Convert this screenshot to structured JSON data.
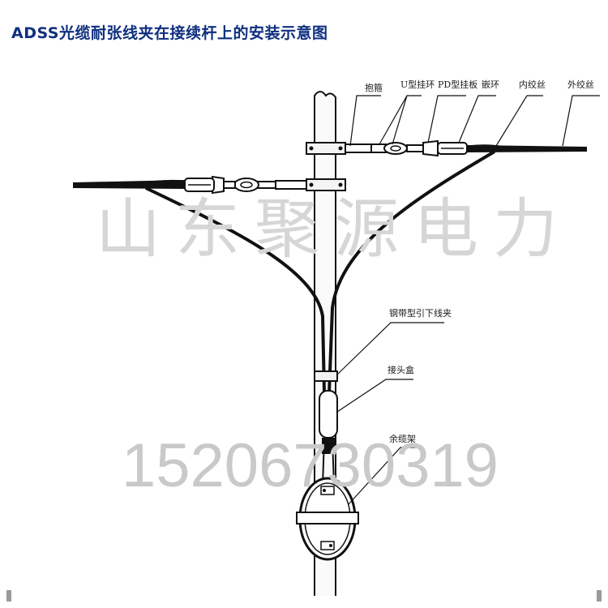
{
  "title": "ADSS光缆耐张线夹在接续杆上的安装示意图",
  "labels": {
    "hoop": "抱箍",
    "u_ring": "U型挂环",
    "pd_plate": "PD型挂板",
    "thimble": "嵌环",
    "inner_wire": "内绞丝",
    "outer_wire": "外绞丝",
    "downlead_clamp": "钢带型引下线夹",
    "joint_box": "接头盒",
    "spare_rack": "余缆架"
  },
  "watermark": {
    "company": "山东聚源电力",
    "phone": "15206730319"
  },
  "colors": {
    "title": "#0f2f80",
    "line": "#111111",
    "watermark": "#d0d0d0"
  }
}
